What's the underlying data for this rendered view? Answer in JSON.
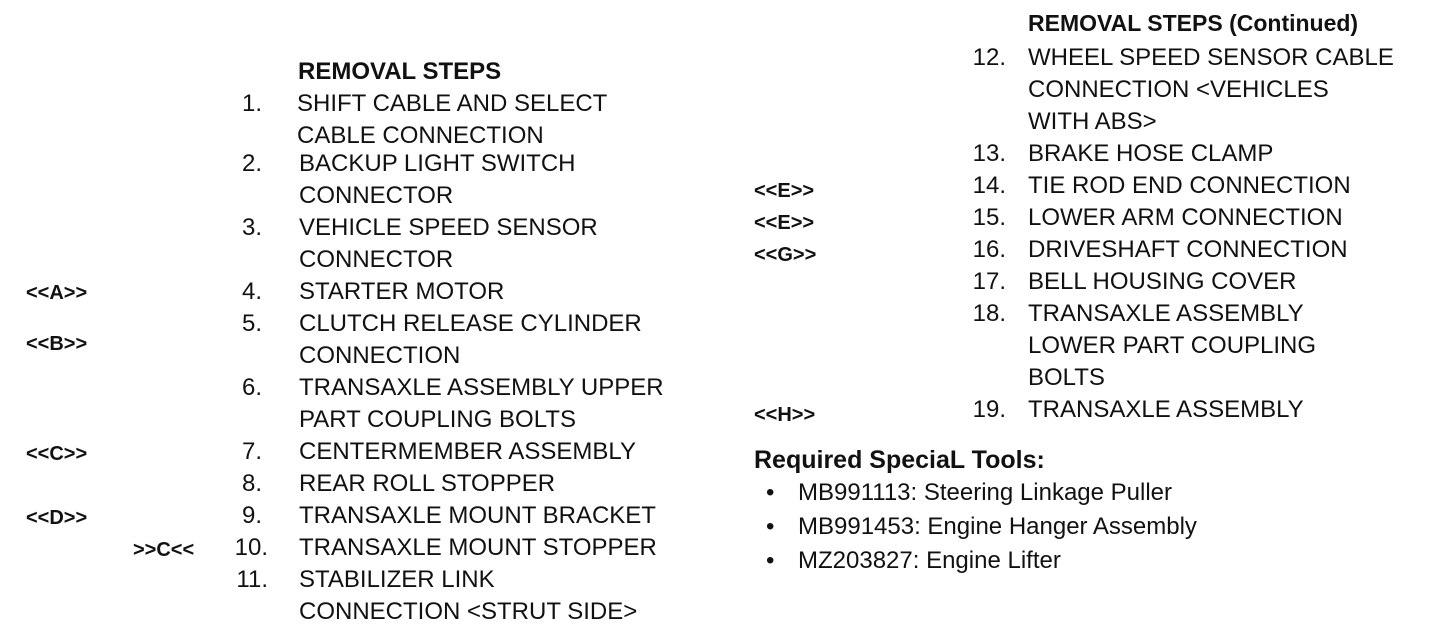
{
  "left": {
    "heading": "REMOVAL STEPS",
    "markers": [
      "<<A>>",
      "<<B>>",
      "<<C>>",
      "<<D>>"
    ],
    "install_marker": ">>C<<",
    "steps": [
      {
        "num": "1.",
        "lines": [
          "SHIFT CABLE AND SELECT",
          "CABLE CONNECTION"
        ]
      },
      {
        "num": "2.",
        "lines": [
          "BACKUP LIGHT SWITCH",
          "CONNECTOR"
        ]
      },
      {
        "num": "3.",
        "lines": [
          "VEHICLE SPEED SENSOR",
          "CONNECTOR"
        ]
      },
      {
        "num": "4.",
        "lines": [
          "STARTER MOTOR"
        ]
      },
      {
        "num": "5.",
        "lines": [
          "CLUTCH RELEASE CYLINDER",
          "CONNECTION"
        ]
      },
      {
        "num": "6.",
        "lines": [
          "TRANSAXLE ASSEMBLY UPPER",
          "PART COUPLING BOLTS"
        ]
      },
      {
        "num": "7.",
        "lines": [
          "CENTERMEMBER ASSEMBLY"
        ]
      },
      {
        "num": "8.",
        "lines": [
          "REAR ROLL STOPPER"
        ]
      },
      {
        "num": "9.",
        "lines": [
          "TRANSAXLE MOUNT BRACKET"
        ]
      },
      {
        "num": "10.",
        "lines": [
          "TRANSAXLE MOUNT STOPPER"
        ]
      },
      {
        "num": "11.",
        "lines": [
          "STABILIZER LINK",
          "CONNECTION <STRUT SIDE>"
        ]
      }
    ]
  },
  "right": {
    "heading": "REMOVAL STEPS (Continued)",
    "markers": [
      "<<E>>",
      "<<E>>",
      "<<G>>",
      "<<H>>"
    ],
    "steps": [
      {
        "num": "12.",
        "lines": [
          "WHEEL SPEED SENSOR CABLE",
          "CONNECTION <VEHICLES",
          "WITH ABS>"
        ]
      },
      {
        "num": "13.",
        "lines": [
          "BRAKE HOSE CLAMP"
        ]
      },
      {
        "num": "14.",
        "lines": [
          "TIE ROD END CONNECTION"
        ]
      },
      {
        "num": "15.",
        "lines": [
          "LOWER ARM CONNECTION"
        ]
      },
      {
        "num": "16.",
        "lines": [
          "DRIVESHAFT CONNECTION"
        ]
      },
      {
        "num": "17.",
        "lines": [
          "BELL HOUSING COVER"
        ]
      },
      {
        "num": "18.",
        "lines": [
          "TRANSAXLE ASSEMBLY",
          "LOWER PART COUPLING",
          "BOLTS"
        ]
      },
      {
        "num": "19.",
        "lines": [
          "TRANSAXLE ASSEMBLY"
        ]
      }
    ]
  },
  "tools": {
    "heading": "Required SpeciaL Tools:",
    "items": [
      "MB991113: Steering Linkage Puller",
      "MB991453: Engine Hanger Assembly",
      "MZ203827: Engine Lifter"
    ]
  }
}
